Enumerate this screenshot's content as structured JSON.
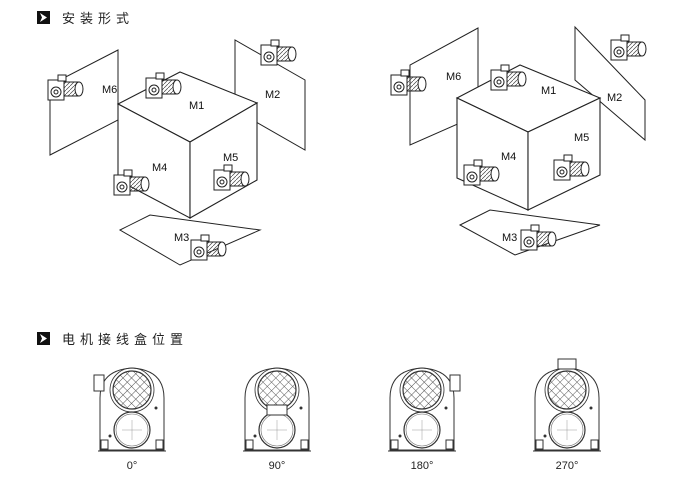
{
  "sections": [
    {
      "title": "安装形式",
      "icon": "triangle-arrow-icon"
    },
    {
      "title": "电机接线盒位置",
      "icon": "triangle-arrow-icon"
    }
  ],
  "mounting_diagrams": [
    {
      "variant": "left",
      "labels": [
        "M1",
        "M2",
        "M3",
        "M4",
        "M5",
        "M6"
      ]
    },
    {
      "variant": "right",
      "labels": [
        "M1",
        "M2",
        "M3",
        "M4",
        "M5",
        "M6"
      ]
    }
  ],
  "terminal_box_positions": [
    {
      "angle": "0°"
    },
    {
      "angle": "90°"
    },
    {
      "angle": "180°"
    },
    {
      "angle": "270°"
    }
  ]
}
